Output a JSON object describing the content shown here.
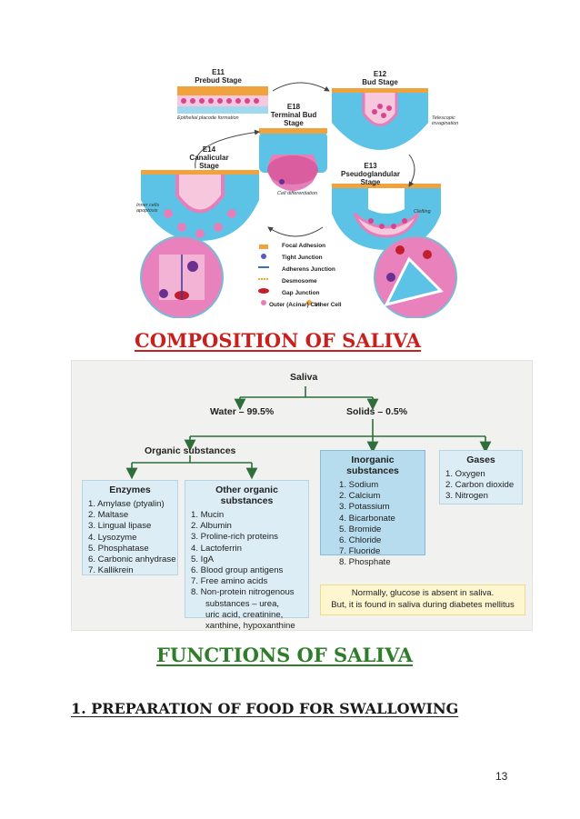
{
  "diagram": {
    "stages": [
      {
        "id": "e11",
        "code": "E11",
        "name": "Prebud Stage"
      },
      {
        "id": "e12",
        "code": "E12",
        "name": "Bud Stage"
      },
      {
        "id": "e18",
        "code": "E18",
        "name": "Terminal Bud Stage"
      },
      {
        "id": "e14",
        "code": "E14",
        "name": "Canalicular Stage"
      },
      {
        "id": "e13",
        "code": "E13",
        "name": "Pseudoglandular Stage"
      }
    ],
    "notes": {
      "epithelial": "Epithelial placode formation",
      "telescopic": "Telescopic invagination",
      "differentiation": "Cell differentiation",
      "apoptosis": "Inner cells apoptosis",
      "clefting": "Clefting"
    },
    "legend": {
      "focal": "Focal Adhesion",
      "tight": "Tight Junction",
      "adherens": "Adherens Junction",
      "desmosome": "Desmosome",
      "gap": "Gap Junction",
      "outer_cell": "Outer (Acinar) Cell",
      "inner_cell": "Inner Cell"
    },
    "colors": {
      "pink": "#e47fb9",
      "cyan": "#5cc3e6",
      "orange": "#f0a33c",
      "magenta": "#d4468f",
      "red": "#c21f2e"
    }
  },
  "composition_heading": "COMPOSITION OF SALIVA",
  "flowchart": {
    "root": "Saliva",
    "water": "Water – 99.5%",
    "solids": "Solids – 0.5%",
    "organic": "Organic substances",
    "enzymes": {
      "title": "Enzymes",
      "items": [
        "1. Amylase (ptyalin)",
        "2. Maltase",
        "3. Lingual lipase",
        "4. Lysozyme",
        "5. Phosphatase",
        "6. Carbonic anhydrase",
        "7. Kallikrein"
      ]
    },
    "other_organic": {
      "title": "Other organic substances",
      "items": [
        "1. Mucin",
        "2. Albumin",
        "3. Proline-rich proteins",
        "4. Lactoferrin",
        "5. IgA",
        "6. Blood group antigens",
        "7. Free amino acids",
        "8. Non-protein nitrogenous",
        "    substances – urea,",
        "    uric acid, creatinine,",
        "    xanthine, hypoxanthine"
      ]
    },
    "inorganic": {
      "title": "Inorganic substances",
      "items": [
        "1. Sodium",
        "2. Calcium",
        "3. Potassium",
        "4. Bicarbonate",
        "5. Bromide",
        "6. Chloride",
        "7. Fluoride",
        "8. Phosphate"
      ]
    },
    "gases": {
      "title": "Gases",
      "items": [
        "1. Oxygen",
        "2. Carbon dioxide",
        "3. Nitrogen"
      ]
    },
    "note_line1": "Normally, glucose is absent in saliva.",
    "note_line2": "But, it is found in saliva during diabetes mellitus",
    "colors": {
      "arrow": "#2f6e3a",
      "light_box": "#dcedf5",
      "mid_box": "#b7dcee",
      "note_box": "#fdf6cf"
    }
  },
  "functions_heading": "FUNCTIONS OF SALIVA",
  "sub_heading": "1. PREPARATION OF FOOD FOR SWALLOWING",
  "page_number": "13"
}
